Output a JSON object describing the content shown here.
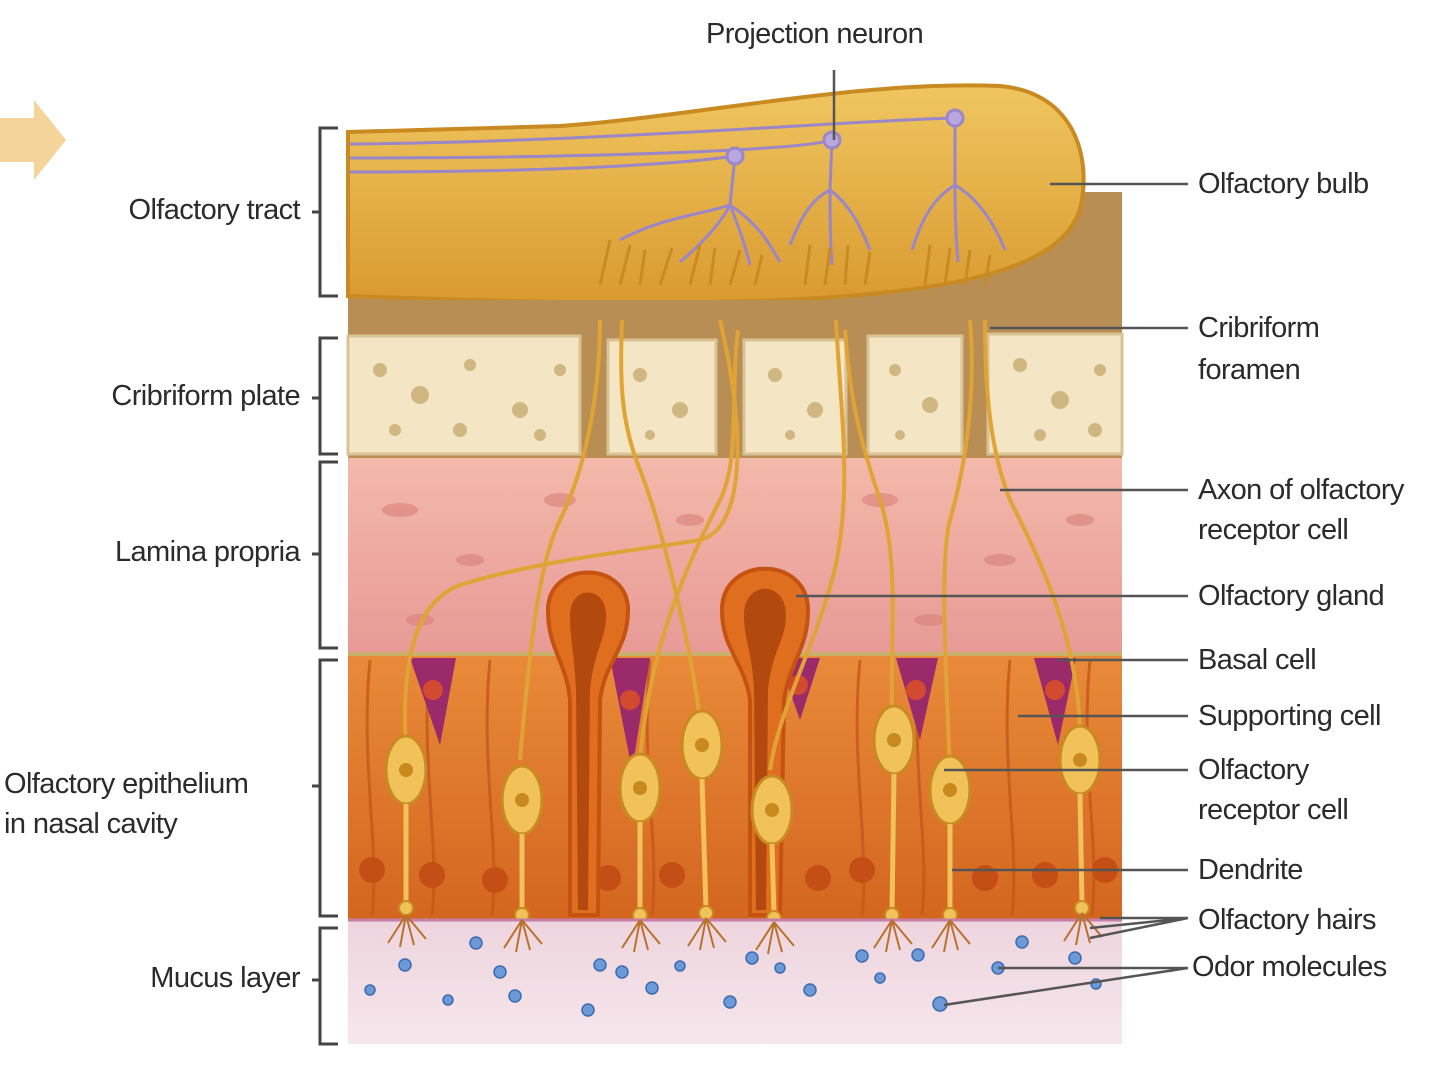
{
  "labels": {
    "projection_neuron": "Projection neuron",
    "olfactory_tract": "Olfactory tract",
    "cribriform_plate": "Cribriform plate",
    "lamina_propria": "Lamina propria",
    "olfactory_epithelium_line1": "Olfactory epithelium",
    "olfactory_epithelium_line2": "in nasal cavity",
    "mucus_layer": "Mucus layer",
    "olfactory_bulb": "Olfactory bulb",
    "cribriform_foramen_line1": "Cribriform",
    "cribriform_foramen_line2": "foramen",
    "axon_line1": "Axon of olfactory",
    "axon_line2": "receptor cell",
    "olfactory_gland": "Olfactory gland",
    "basal_cell": "Basal cell",
    "supporting_cell": "Supporting cell",
    "receptor_cell_line1": "Olfactory",
    "receptor_cell_line2": "receptor cell",
    "dendrite": "Dendrite",
    "olfactory_hairs": "Olfactory hairs",
    "odor_molecules": "Odor molecules"
  },
  "colors": {
    "bulb": "#e3aa3c",
    "bone": "#f4e6c4",
    "lamina": "#eea7a0",
    "epithelium": "#e2792f",
    "mucus": "#f1dde4",
    "neuron": "#9a86c8",
    "axon": "#d59a2a",
    "basal": "#9a2a6a",
    "arrow": "#f3cf90"
  }
}
